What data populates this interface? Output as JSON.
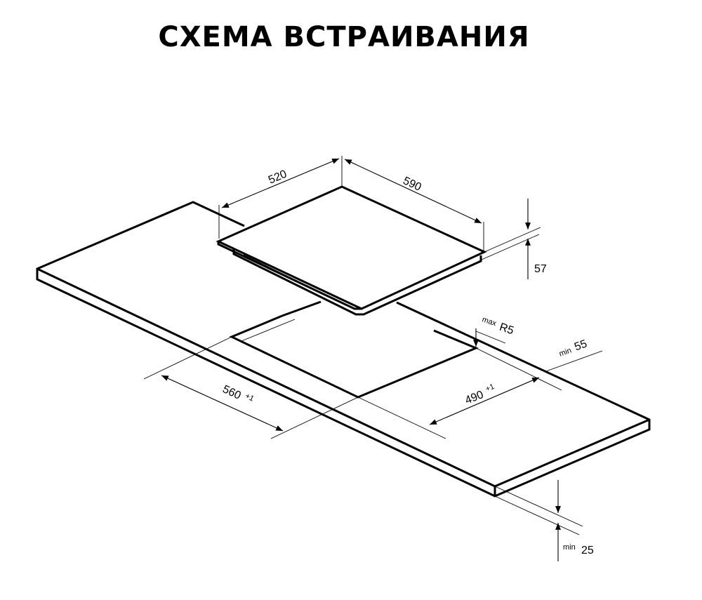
{
  "title": "СХЕМА ВСТРАИВАНИЯ",
  "dimensions": {
    "hob_depth": "520",
    "hob_width": "590",
    "hob_height": "57",
    "corner_radius_prefix": "max",
    "corner_radius": "R5",
    "cutout_width": "560",
    "cutout_width_tolerance": "+1",
    "cutout_depth": "490",
    "cutout_depth_tolerance": "+1",
    "edge_distance_prefix": "min",
    "edge_distance": "55",
    "countertop_thickness_prefix": "min",
    "countertop_thickness": "25"
  }
}
